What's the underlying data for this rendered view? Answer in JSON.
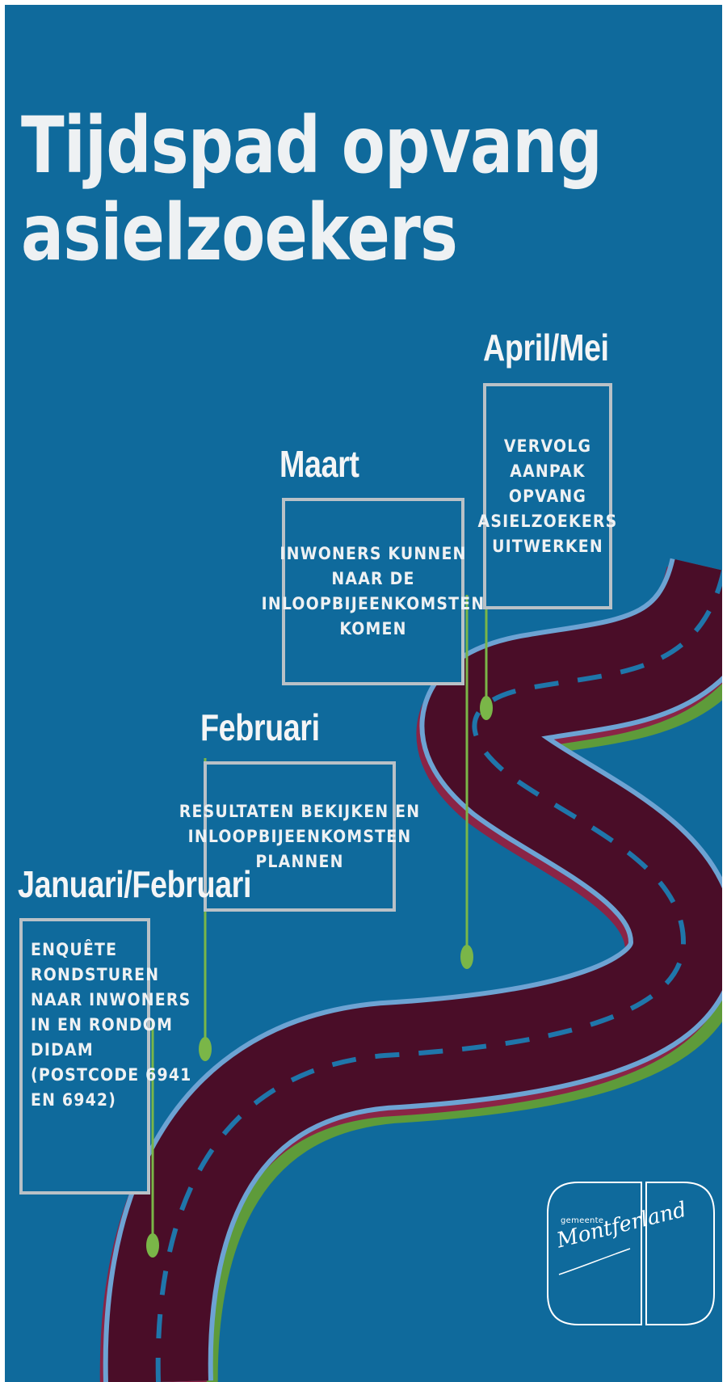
{
  "title": {
    "line1": "Tijdspad opvang",
    "line2": "asielzoekers"
  },
  "milestones": [
    {
      "heading": "Januari/Februari",
      "lines": [
        "ENQUÊTE",
        "RONDSTUREN",
        "NAAR INWONERS",
        "IN EN RONDOM",
        "DIDAM",
        "(POSTCODE 6941",
        "EN 6942)"
      ]
    },
    {
      "heading": "Februari",
      "lines": [
        "RESULTATEN BEKIJKEN EN",
        "INLOOPBIJEENKOMSTEN",
        "PLANNEN"
      ]
    },
    {
      "heading": "Maart",
      "lines": [
        "INWONERS KUNNEN",
        "NAAR DE",
        "INLOOPBIJEENKOMSTEN",
        "KOMEN"
      ]
    },
    {
      "heading": "April/Mei",
      "lines": [
        "VERVOLG",
        "AANPAK",
        "OPVANG",
        "ASIELZOEKERS",
        "UITWERKEN"
      ]
    }
  ],
  "logo": {
    "label": "gemeente",
    "name": "Montferland"
  },
  "colors": {
    "background": "#0f6a9c",
    "road": "#4a0d28",
    "road_side": "#8a2446",
    "road_edge": "#6da3d3",
    "grass": "#5e9b3a",
    "marker": "#7ab648",
    "dash": "#1f76aa",
    "box_border": "#b9c1c7"
  }
}
